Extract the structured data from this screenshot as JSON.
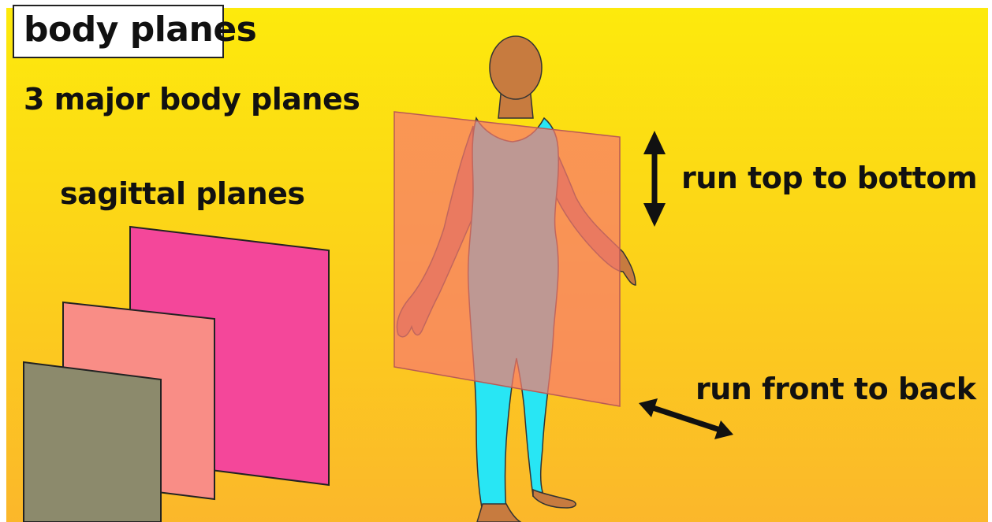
{
  "slide": {
    "title": "body planes",
    "subtitle": "3 major body planes",
    "plane_label": "sagittal planes",
    "vertical_label": "run top to bottom",
    "horizontal_label": "run front to back"
  },
  "colors": {
    "background_top": "#fdea0c",
    "background_bottom": "#fbb72b",
    "plane_back": "#f4479a",
    "plane_middle": "#f98d86",
    "plane_front": "#8c8a6c",
    "body_plane": "#f87a6e",
    "bodysuit": "#28e6f4",
    "skin": "#c77b3f"
  },
  "icons": {
    "vertical_arrow": "double-arrow-vertical-icon",
    "horizontal_arrow": "double-arrow-diagonal-icon"
  }
}
